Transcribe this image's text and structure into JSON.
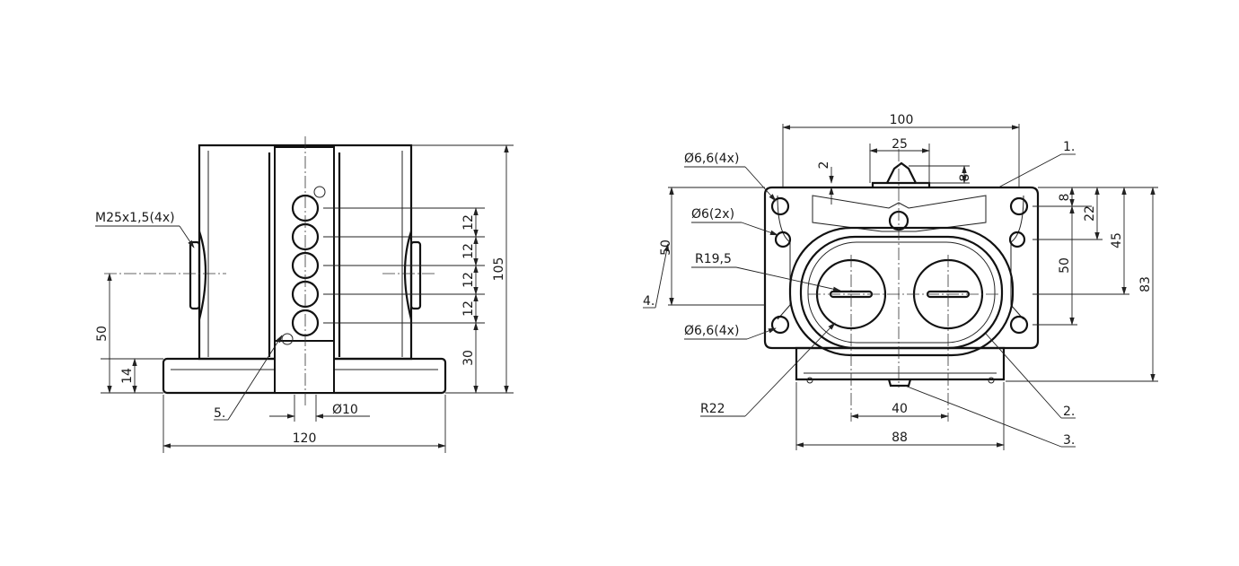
{
  "left_view": {
    "thread_label": "M25x1,5(4x)",
    "dim_width": "120",
    "dim_height": "105",
    "dim_center_height": "50",
    "dim_base": "14",
    "dim_hole_dia": "Ø10",
    "dim_bottom_offset": "30",
    "dim_pitch": [
      "12",
      "12",
      "12",
      "12"
    ],
    "callout": "5."
  },
  "right_view": {
    "dim_overall_width": "100",
    "dim_top_width": "25",
    "dim_top_gap": "2",
    "dim_top_height": "8",
    "hole_label_top": "Ø6,6(4x)",
    "hole_label_mid": "Ø6(2x)",
    "radius_small": "R19,5",
    "hole_label_bottom": "Ø6,6(4x)",
    "radius_large": "R22",
    "dim_left_height": "50",
    "dim_right_8": "8",
    "dim_right_22": "22",
    "dim_right_45": "45",
    "dim_right_50": "50",
    "dim_right_83": "83",
    "dim_bottom_40": "40",
    "dim_bottom_88": "88",
    "callouts": [
      "1.",
      "2.",
      "3.",
      "4."
    ]
  }
}
